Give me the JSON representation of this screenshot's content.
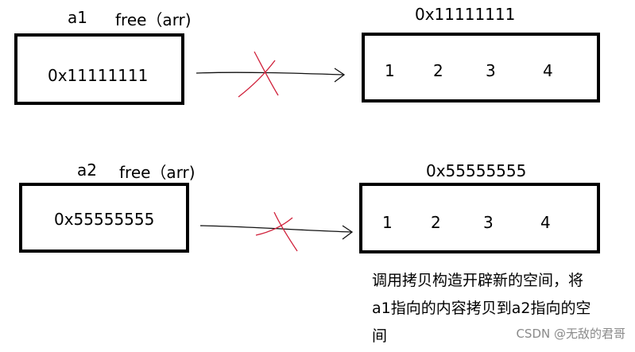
{
  "top": {
    "var_name": "a1",
    "free_label": "free（arr)",
    "pointer_value": "0x11111111",
    "heap_address": "0x11111111",
    "heap_values": [
      "1",
      "2",
      "3",
      "4"
    ]
  },
  "bottom": {
    "var_name": "a2",
    "free_label": "free（arr)",
    "pointer_value": "0x55555555",
    "heap_address": "0x55555555",
    "heap_values": [
      "1",
      "2",
      "3",
      "4"
    ]
  },
  "note": {
    "lines": [
      "调用拷贝构造开辟新的空间，将",
      "a1指向的内容拷贝到a2指向的空",
      "间"
    ]
  },
  "watermark": "CSDN @无敌的君哥",
  "colors": {
    "box_border": "#000000",
    "cross_mark": "#d0203a",
    "watermark": "#8a8a8a"
  }
}
